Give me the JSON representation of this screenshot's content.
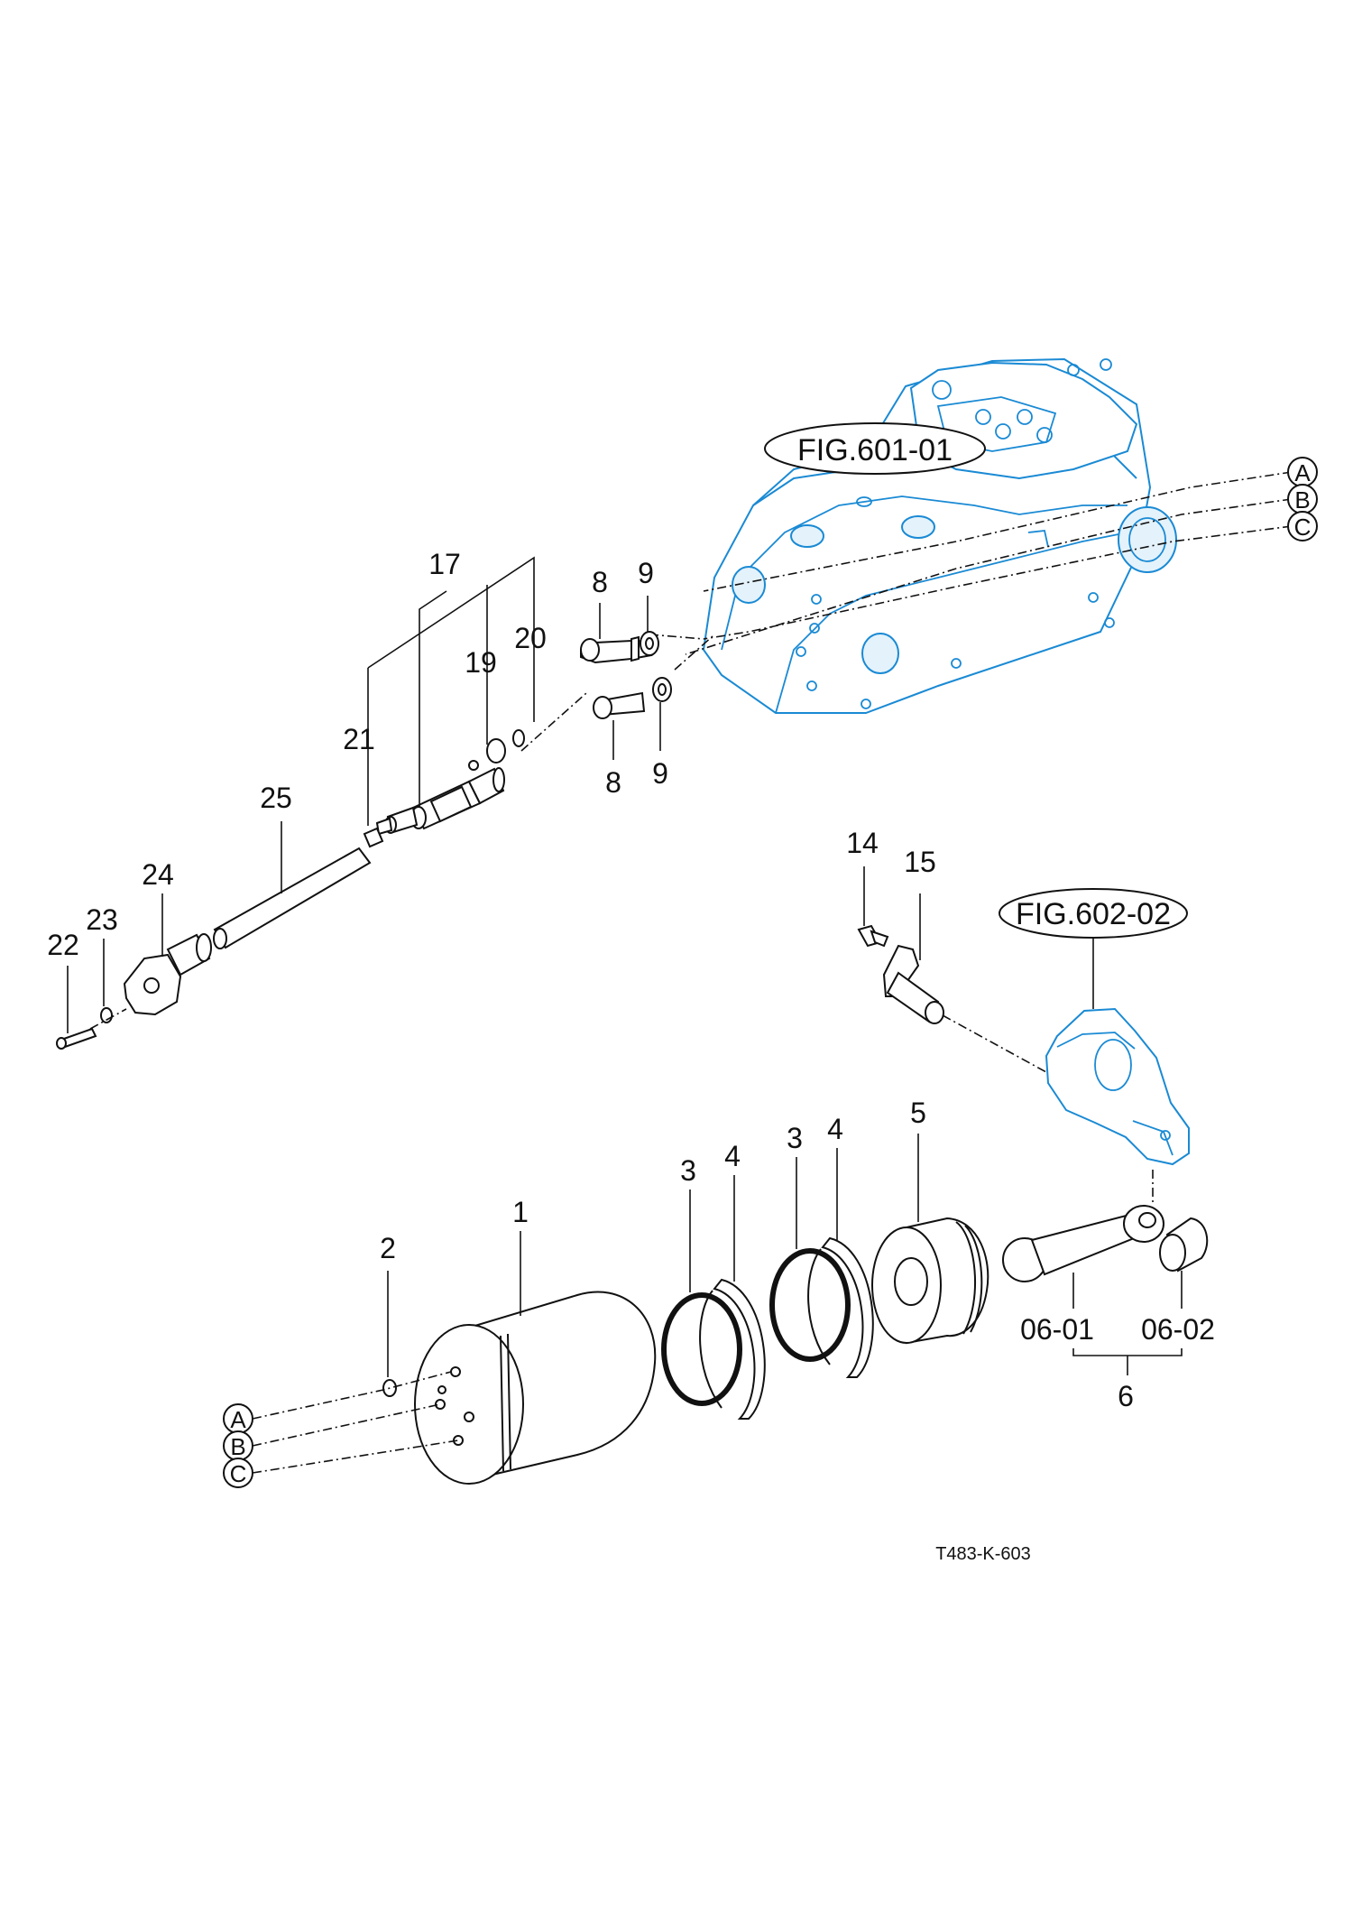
{
  "references": {
    "fig_601": "FIG.601-01",
    "fig_602": "FIG.602-02"
  },
  "connectors": {
    "a": "A",
    "b": "B",
    "c": "C"
  },
  "part_labels": {
    "p1": "1",
    "p2": "2",
    "p3a": "3",
    "p3b": "3",
    "p4a": "4",
    "p4b": "4",
    "p5": "5",
    "p6": "6",
    "p06_01": "06-01",
    "p06_02": "06-02",
    "p8a": "8",
    "p8b": "8",
    "p9a": "9",
    "p9b": "9",
    "p14": "14",
    "p15": "15",
    "p17": "17",
    "p19": "19",
    "p20": "20",
    "p21": "21",
    "p22": "22",
    "p23": "23",
    "p24": "24",
    "p25": "25"
  },
  "drawing_code": "T483-K-603",
  "colors": {
    "line": "#111111",
    "reference_assembly": "#1a8ad4",
    "background": "#ffffff"
  }
}
